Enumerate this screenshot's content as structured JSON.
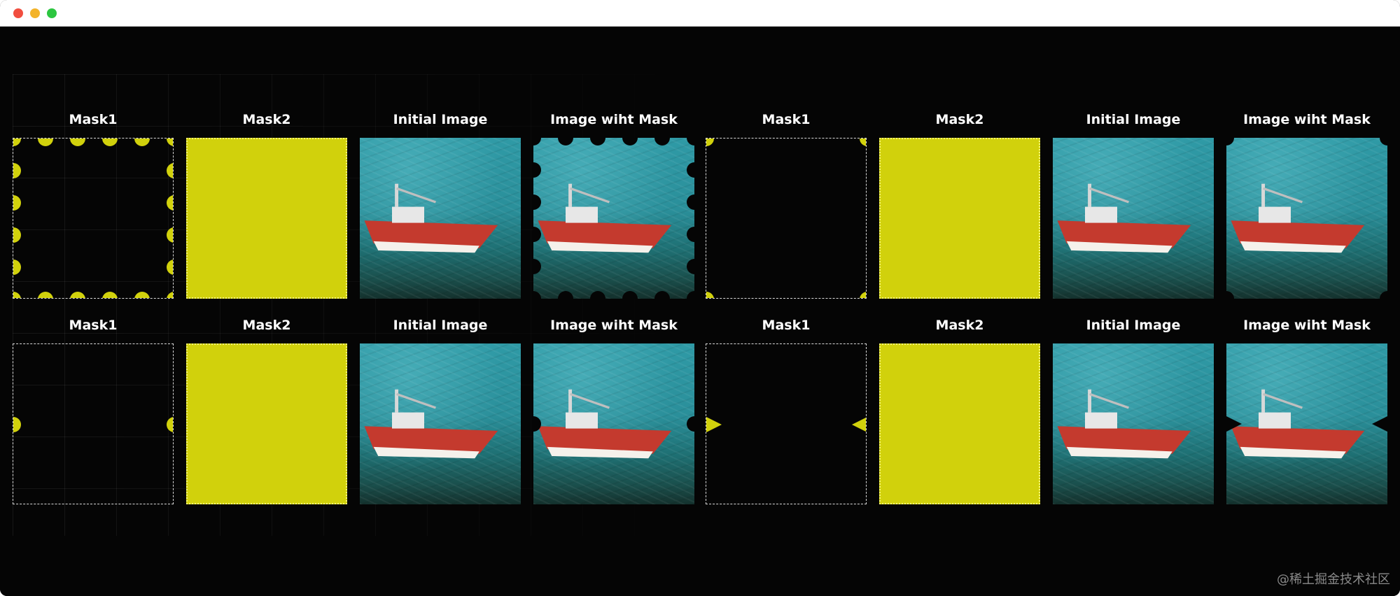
{
  "window": {
    "traffic_lights": [
      "close",
      "minimize",
      "zoom"
    ],
    "colors": {
      "close": "#f14e3f",
      "minimize": "#f3b32a",
      "zoom": "#2cc640",
      "background": "#050505",
      "mask_yellow": "#d1d10c"
    }
  },
  "rows": [
    {
      "groups": [
        {
          "mask1": "Mask1",
          "mask2": "Mask2",
          "initial": "Initial Image",
          "masked": "Image wiht Mask",
          "variant": "scalloped-dots"
        },
        {
          "mask1": "Mask1",
          "mask2": "Mask2",
          "initial": "Initial Image",
          "masked": "Image wiht Mask",
          "variant": "corner-dots"
        }
      ]
    },
    {
      "groups": [
        {
          "mask1": "Mask1",
          "mask2": "Mask2",
          "initial": "Initial Image",
          "masked": "Image wiht Mask",
          "variant": "side-semicircles"
        },
        {
          "mask1": "Mask1",
          "mask2": "Mask2",
          "initial": "Initial Image",
          "masked": "Image wiht Mask",
          "variant": "side-triangles"
        }
      ]
    }
  ],
  "watermark": "@稀土掘金技术社区",
  "icons": {
    "photo": "boat-on-water-image"
  }
}
